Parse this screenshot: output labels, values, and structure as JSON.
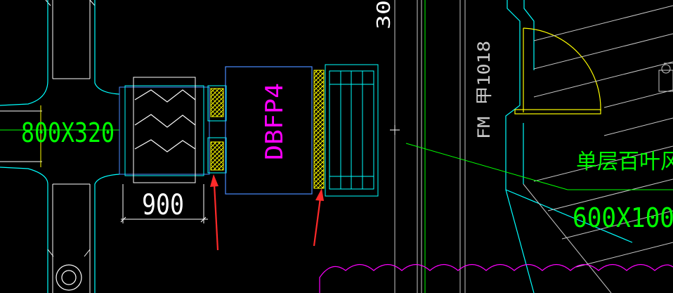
{
  "labels": {
    "duct_size_left": "800X320",
    "dimension": "900",
    "fan_tag": "DBFP4",
    "door_tag": "FM  甲1018",
    "grid_number": "30",
    "louver_note": "单层百叶风",
    "duct_size_right": "600X100"
  },
  "colors": {
    "background": "#000000",
    "cyan": "#00ffff",
    "white": "#ffffff",
    "blue": "#4a8cff",
    "yellow": "#ffff00",
    "green": "#00ff00",
    "magenta": "#ff00ff",
    "red": "#ff2a2a",
    "gray": "#c8c8c8"
  }
}
